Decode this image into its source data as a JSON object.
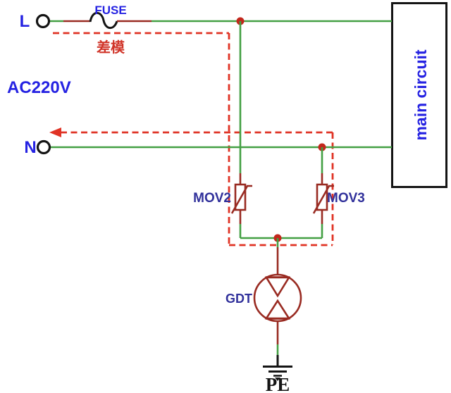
{
  "labels": {
    "line_terminal": "L",
    "neutral_terminal": "N",
    "source_voltage": "AC220V",
    "fuse": "FUSE",
    "differential_mode": "差模",
    "mov2": "MOV2",
    "mov3": "MOV3",
    "gdt": "GDT",
    "protective_earth": "PE",
    "main_circuit": "main circuit"
  },
  "colors": {
    "wire-green": "#44a044",
    "component-red": "#992b22",
    "junction-red": "#c2271c",
    "dashed-red": "#e03325",
    "diff-label-red": "#d03428",
    "label-blue": "#2522e2",
    "component-label-blue": "#31319b",
    "ink-black": "#141414"
  }
}
